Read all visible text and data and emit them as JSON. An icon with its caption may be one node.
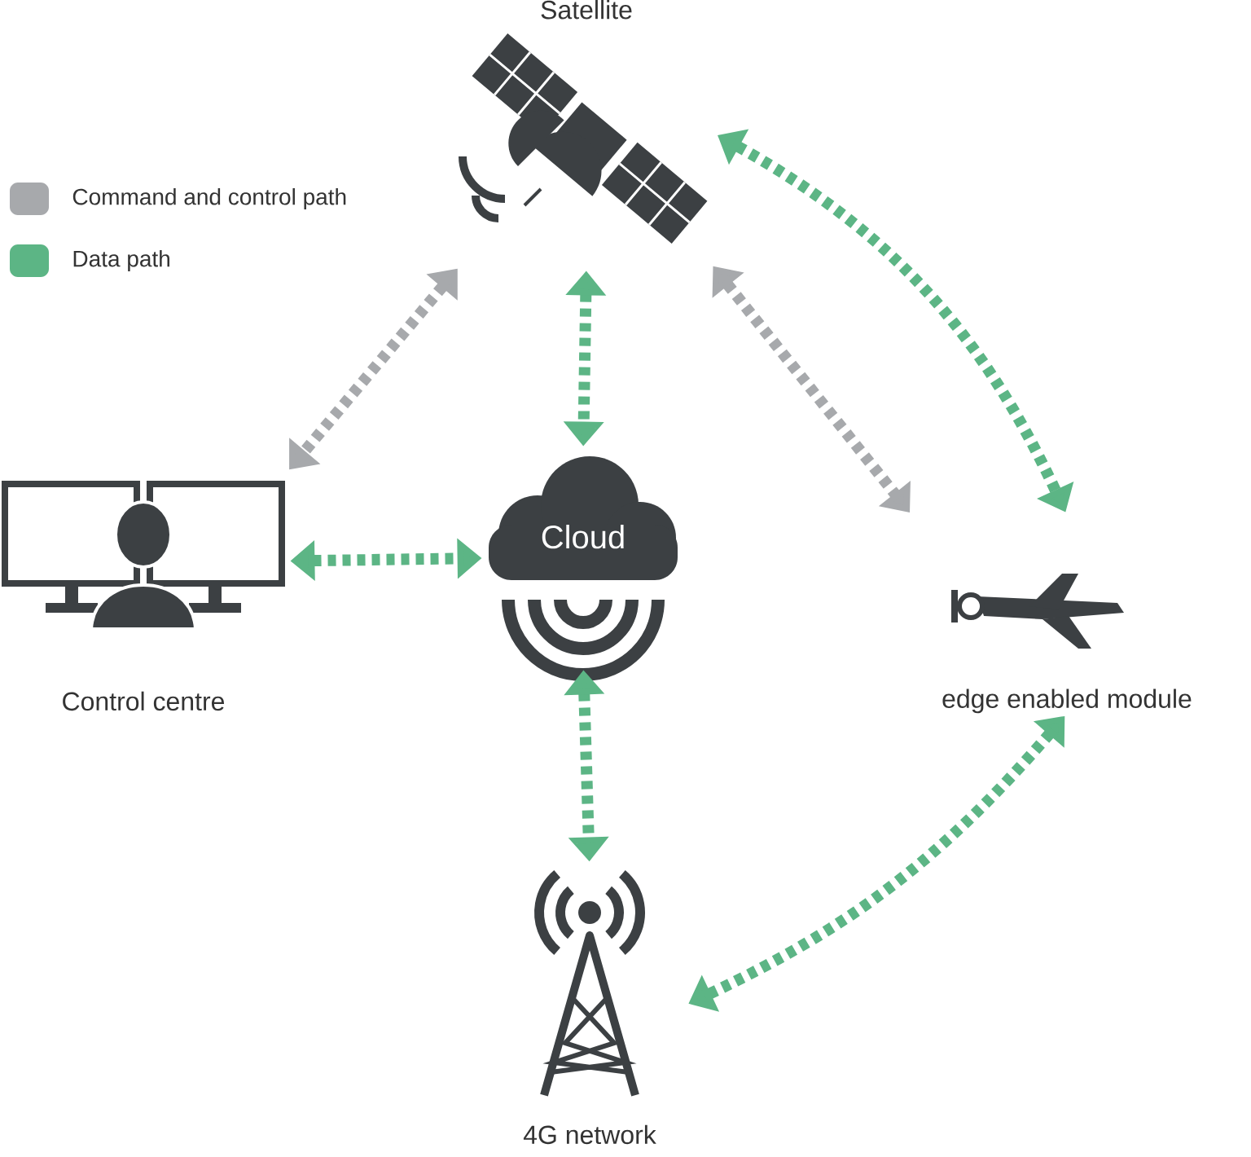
{
  "diagram": {
    "nodes": [
      {
        "text": [
          "Satellite"
        ]
      },
      {
        "text": [
          "Control centre"
        ]
      },
      {
        "text": [
          "Cloud"
        ]
      },
      {
        "text": [
          "edge enabled module"
        ]
      },
      {
        "text": [
          "4G network"
        ]
      }
    ],
    "edges": [
      {
        "from": 0,
        "to": 1,
        "arrow": "both",
        "color": "#a7a9ac"
      },
      {
        "from": 0,
        "to": 2,
        "arrow": "both"
      },
      {
        "from": 0,
        "to": 3,
        "arrow": "both",
        "color": "#a7a9ac"
      },
      {
        "from": 0,
        "to": 3,
        "arrow": "both"
      },
      {
        "from": 1,
        "to": 2,
        "arrow": "both"
      },
      {
        "from": 2,
        "to": 4,
        "arrow": "both"
      },
      {
        "from": 4,
        "to": 3,
        "arrow": "both"
      }
    ],
    "legend": [
      {
        "text": "Command and control path",
        "color": "#a7a9ac"
      },
      {
        "text": "Data path",
        "color": "#5cb585"
      }
    ]
  }
}
